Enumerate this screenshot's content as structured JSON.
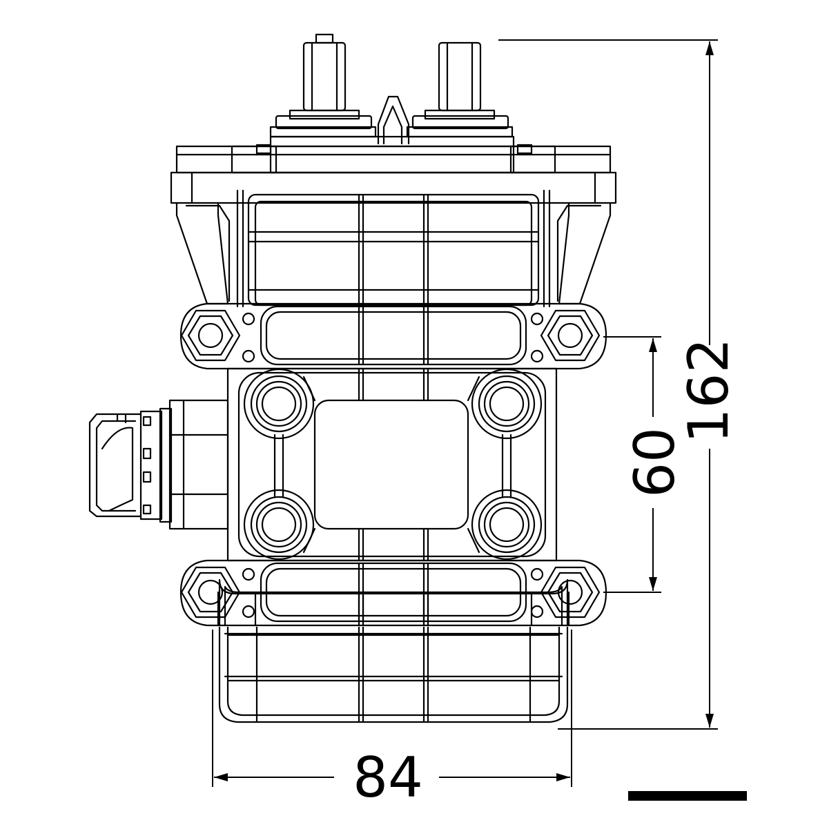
{
  "drawing": {
    "dimensions": {
      "overall_height": {
        "value": "162"
      },
      "mount_spacing": {
        "value": "60"
      },
      "base_width": {
        "value": "84"
      }
    },
    "colors": {
      "line": "#000000",
      "background": "#ffffff"
    }
  }
}
